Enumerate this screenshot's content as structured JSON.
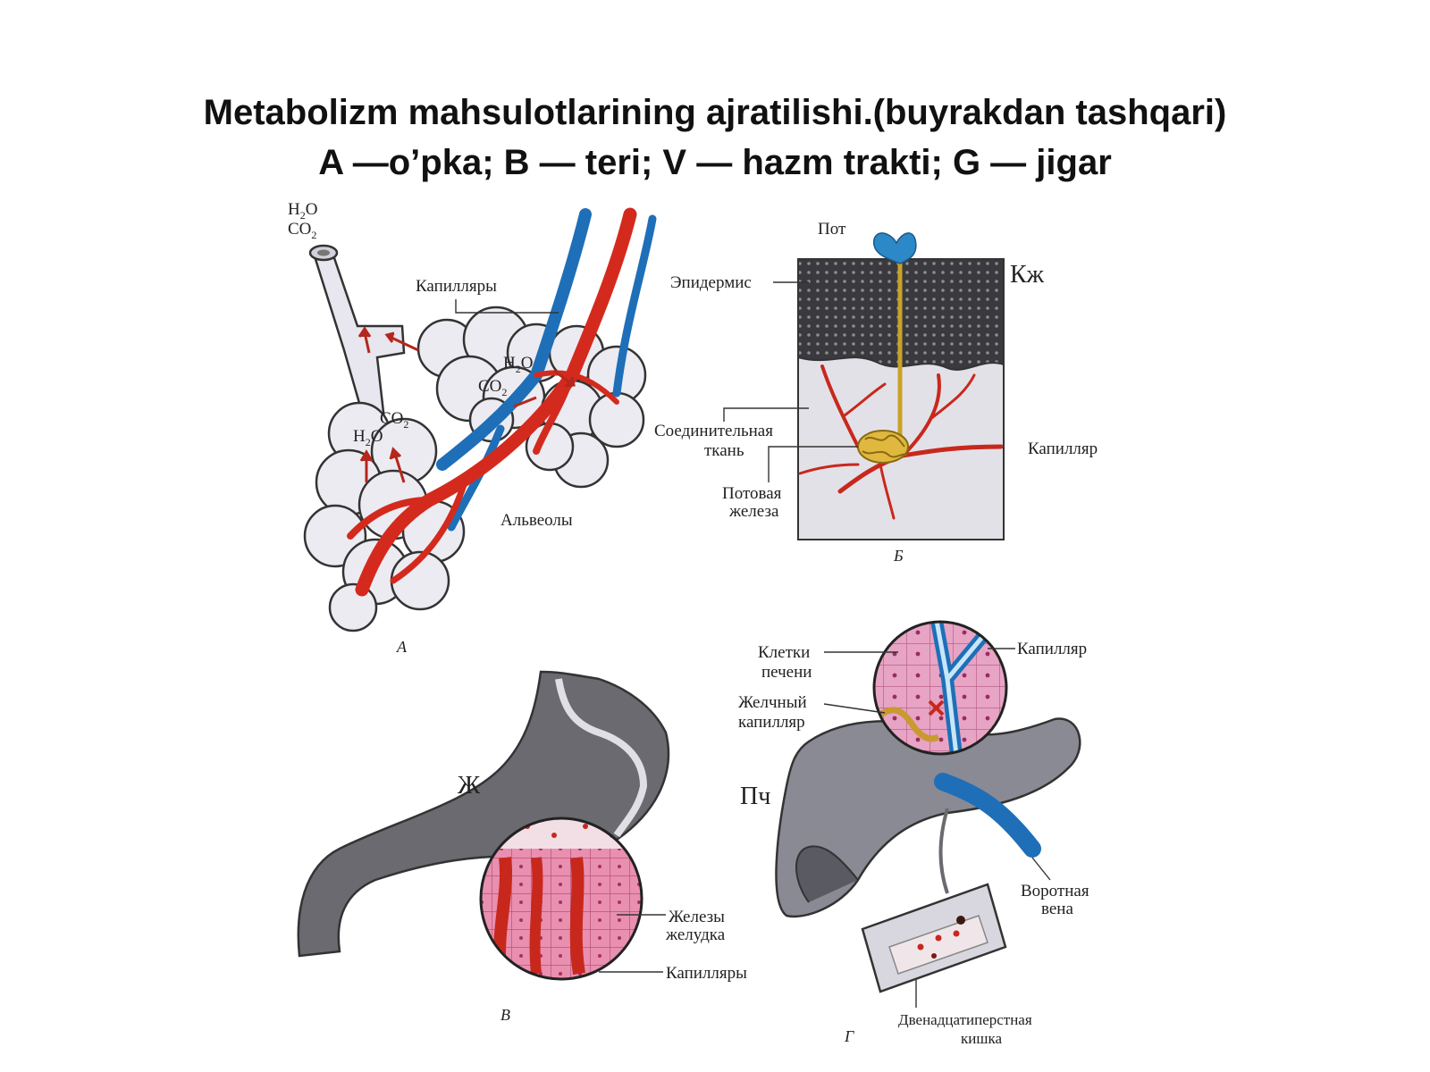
{
  "title": {
    "line1": "Metabolizm mahsulotlarining ajratilishi.(buyrakdan tashqari)",
    "line2": "A —o’pka; B — teri; V — hazm trakti; G — jigar"
  },
  "panel_a": {
    "letter": "А",
    "chem": {
      "h": "H",
      "two": "2",
      "o": "O",
      "co": "CO"
    },
    "capillaries": "Капилляры",
    "alveoli": "Альвеолы"
  },
  "panel_b": {
    "letter": "Б",
    "sweat": "Пот",
    "epidermis": "Эпидермис",
    "skin_abbr": "Кж",
    "connective_1": "Соединительная",
    "connective_2": "ткань",
    "capillary": "Капилляр",
    "gland_1": "Потовая",
    "gland_2": "железа"
  },
  "panel_v": {
    "letter": "В",
    "stomach_abbr": "Ж",
    "glands_1": "Железы",
    "glands_2": "желудка",
    "capillaries": "Капилляры"
  },
  "panel_g": {
    "letter": "Г",
    "cells_1": "Клетки",
    "cells_2": "печени",
    "capillary": "Капилляр",
    "bile_1": "Желчный",
    "bile_2": "капилляр",
    "liver_abbr": "Пч",
    "portal_1": "Воротная",
    "portal_2": "вена",
    "duodenum_1": "Двенадцатиперстная",
    "duodenum_2": "кишка"
  },
  "colors": {
    "artery": "#d42a1e",
    "vein": "#1e6fb8",
    "alveolus": "#ecebf1",
    "tissue": "#e3e1e8",
    "epidermis": "#3a3a3e",
    "gland": "#e0b840",
    "mucosa_cell": "#e98fb0",
    "liver": "#8a8a94"
  }
}
